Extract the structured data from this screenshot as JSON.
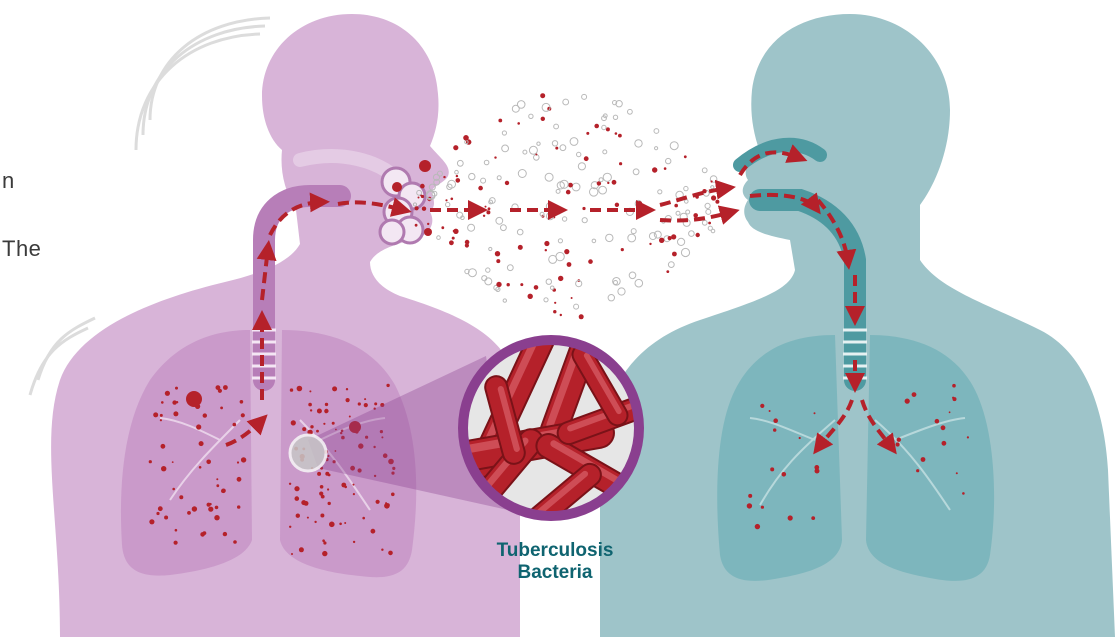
{
  "edge_text": {
    "line1_fragment": "n",
    "line2_fragment": "The"
  },
  "label": {
    "line1": "Tuberculosis",
    "line2": "Bacteria"
  },
  "colors": {
    "infected_body": "#d8b4d8",
    "infected_lung": "#c997c9",
    "healthy_body": "#9ec4c9",
    "healthy_lung": "#72b2b8",
    "bacteria": "#b5212a",
    "magnifier_ring": "#8a3f8f",
    "label_text": "#0f6470"
  }
}
